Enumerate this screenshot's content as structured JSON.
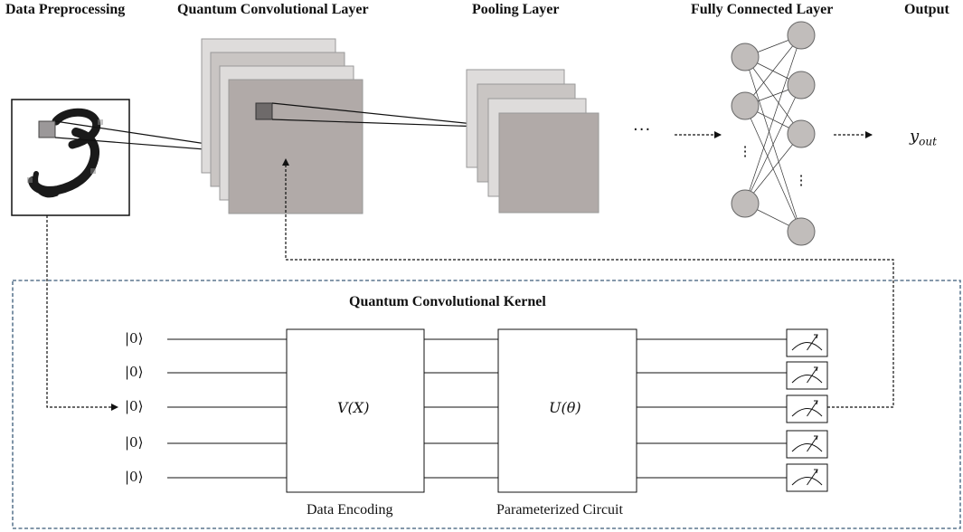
{
  "headers": {
    "data_preprocessing": "Data Preprocessing",
    "quantum_conv_layer": "Quantum Convolutional Layer",
    "pooling_layer": "Pooling Layer",
    "fully_connected_layer": "Fully Connected  Layer",
    "output": "Output"
  },
  "output_symbol": {
    "base": "y",
    "subscript": "out"
  },
  "ellipsis": "···",
  "kernel": {
    "title": "Quantum Convolutional Kernel",
    "qubits": [
      "|0⟩",
      "|0⟩",
      "|0⟩",
      "|0⟩",
      "|0⟩"
    ],
    "encoding_gate": "V(X)",
    "param_gate": "U(θ)",
    "encoding_caption": "Data Encoding",
    "param_caption": "Parameterized Circuit"
  },
  "colors": {
    "feature_map_dark": "#b1aaa8",
    "feature_map_mid": "#c9c5c3",
    "feature_map_light": "#dedcdb",
    "neuron": "#c1bdbb",
    "kernel_border": "#3a5a78"
  }
}
